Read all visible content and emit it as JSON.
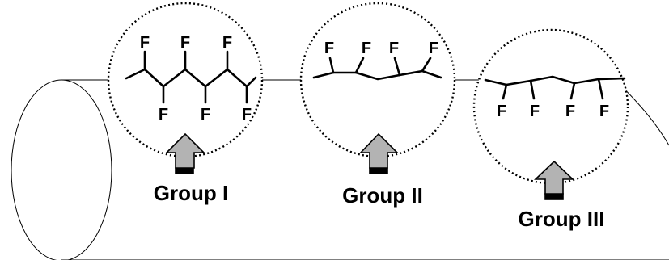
{
  "atom_label": "F",
  "colors": {
    "line": "#000000",
    "arrow_fill": "#b3b3b3",
    "background": "#ffffff"
  },
  "groups": [
    {
      "label": "Group I"
    },
    {
      "label": "Group II"
    },
    {
      "label": "Group III"
    }
  ]
}
